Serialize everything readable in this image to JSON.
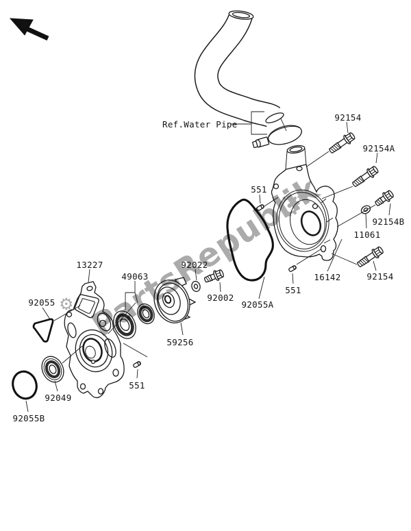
{
  "page": {
    "background": "#ffffff",
    "line_color": "#1a1a1a",
    "watermark_color": "#ababab"
  },
  "watermark": {
    "text": "PartsRepublik",
    "gear_icon": "⚙"
  },
  "diagram": {
    "reference_label": "Ref.Water Pipe",
    "labels": {
      "p92154_top": "92154",
      "p92154a": "92154A",
      "p92154b": "92154B",
      "p11061": "11061",
      "p16142": "16142",
      "p92154_bottom": "92154",
      "p551_top": "551",
      "p551_right": "551",
      "p551_bottom": "551",
      "p92055a": "92055A",
      "p92002": "92002",
      "p92022": "92022",
      "p59256": "59256",
      "p49063": "49063",
      "p13227": "13227",
      "p92055": "92055",
      "p92049": "92049",
      "p92055b": "92055B"
    }
  }
}
